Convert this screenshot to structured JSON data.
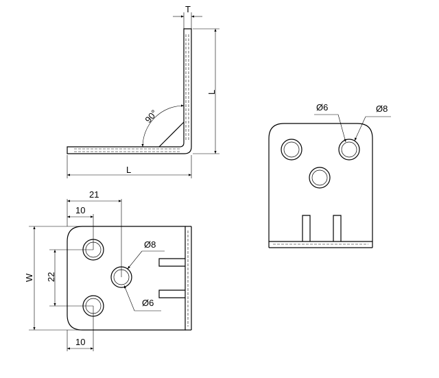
{
  "drawing": {
    "side_view": {
      "thickness_label": "T",
      "length_vertical_label": "L",
      "length_horizontal_label": "L",
      "angle_label": "90°"
    },
    "front_view": {
      "width_label": "W",
      "dim_21": "21",
      "dim_10_top": "10",
      "dim_10_bottom": "10",
      "dim_22": "22",
      "dia_8": "Ø8",
      "dia_6": "Ø6"
    },
    "other_view": {
      "dia_6": "Ø6",
      "dia_8": "Ø8"
    }
  }
}
